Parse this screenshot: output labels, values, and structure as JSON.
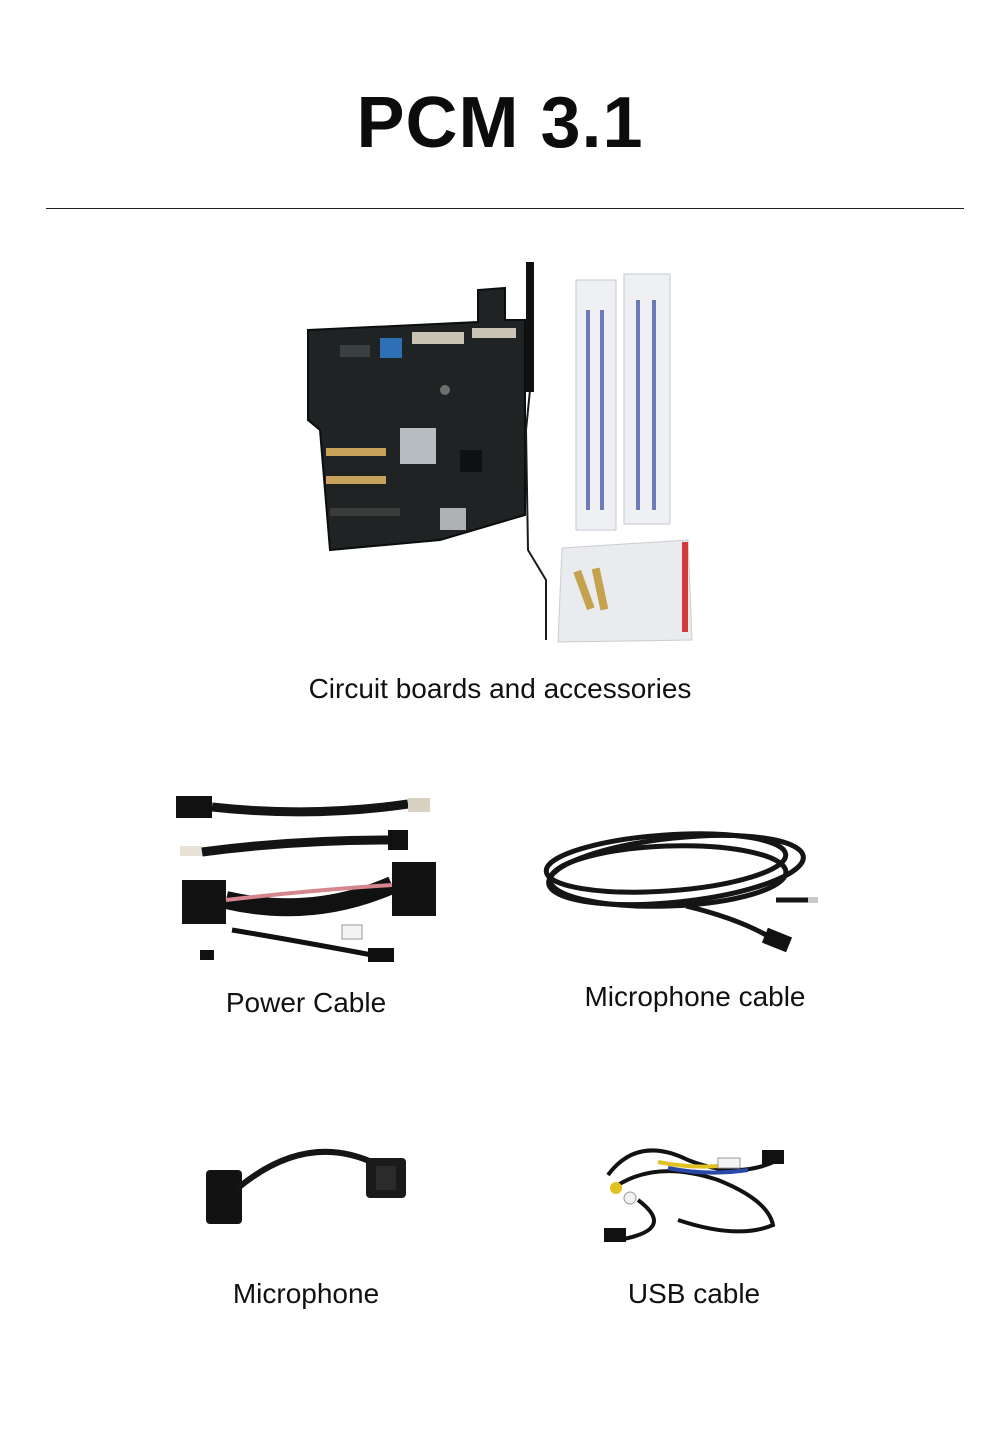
{
  "header": {
    "title": "PCM 3.1"
  },
  "items": [
    {
      "caption": "Circuit boards and accessories",
      "image": "circuit-board-kit"
    },
    {
      "caption": "Power Cable",
      "image": "power-cable-harness"
    },
    {
      "caption": "Microphone cable",
      "image": "coiled-microphone-cable"
    },
    {
      "caption": "Microphone",
      "image": "microphone-module"
    },
    {
      "caption": "USB cable",
      "image": "usb-cable-bundle"
    }
  ]
}
